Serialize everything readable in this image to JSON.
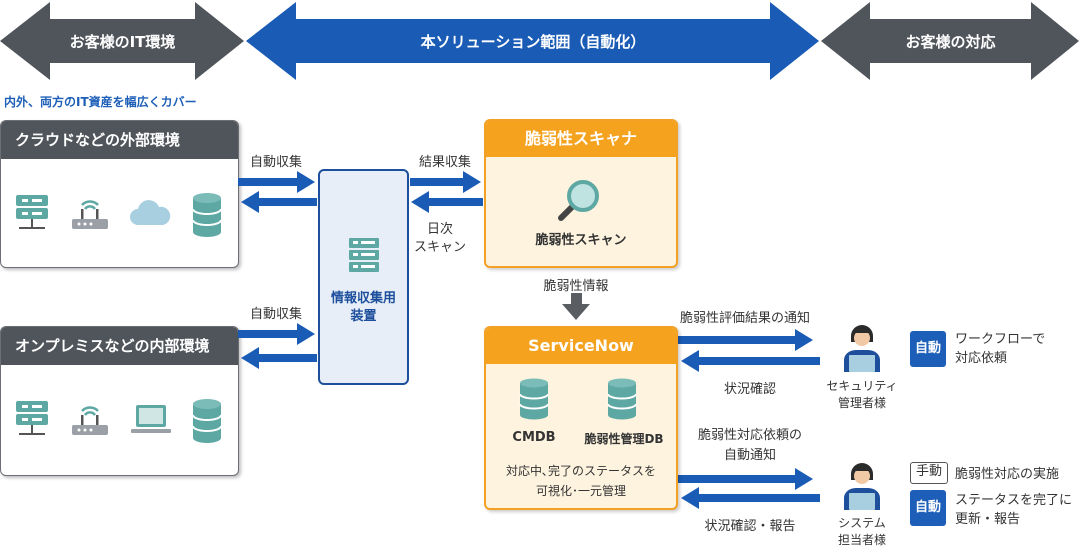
{
  "top": {
    "left_label": "お客様のIT環境",
    "center_label": "本ソリューション範囲（自動化）",
    "right_label": "お客様の対応"
  },
  "subtitle": "内外、両方のIT資産を幅広くカバー",
  "cloud_env": {
    "title": "クラウドなどの外部環境"
  },
  "onprem_env": {
    "title": "オンプレミスなどの内部環境"
  },
  "device": {
    "label_line1": "情報収集用",
    "label_line2": "装置"
  },
  "flows": {
    "auto_collect_top": "自動収集",
    "auto_collect_bottom": "自動収集",
    "result_collect": "結果収集",
    "daily_line1": "日次",
    "daily_line2": "スキャン",
    "vuln_info": "脆弱性情報",
    "eval_notice": "脆弱性評価結果の通知",
    "status_check": "状況確認",
    "response_req_line1": "脆弱性対応依頼の",
    "response_req_line2": "自動通知",
    "status_report": "状況確認・報告"
  },
  "scanner": {
    "title": "脆弱性スキャナ",
    "label": "脆弱性スキャン"
  },
  "servicenow": {
    "title": "ServiceNow",
    "db1": "CMDB",
    "db2": "脆弱性管理DB",
    "desc_line1": "対応中､完了のステータスを",
    "desc_line2": "可視化･一元管理"
  },
  "security_person": {
    "line1": "セキュリティ",
    "line2": "管理者様"
  },
  "system_person": {
    "line1": "システム",
    "line2": "担当者様"
  },
  "actions": {
    "auto_badge_1": "自動",
    "workflow_line1": "ワークフローで",
    "workflow_line2": "対応依頼",
    "manual_badge": "手動",
    "manual_text": "脆弱性対応の実施",
    "auto_badge_2": "自動",
    "auto2_line1": "ステータスを完了に",
    "auto2_line2": "更新・報告"
  },
  "colors": {
    "dark_gray": "#50555b",
    "blue": "#1d5fb8",
    "orange": "#f5a21f",
    "teal": "#5ea8a4"
  }
}
